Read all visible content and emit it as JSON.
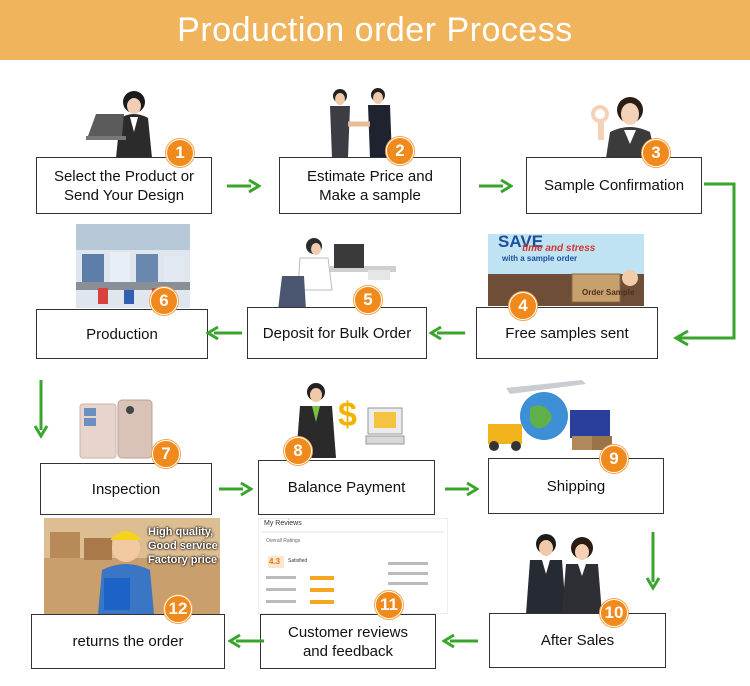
{
  "header": {
    "title": "Production order Process"
  },
  "steps": [
    {
      "num": "1",
      "label": "Select the Product or\nSend Your Design"
    },
    {
      "num": "2",
      "label": "Estimate Price and\nMake a sample"
    },
    {
      "num": "3",
      "label": "Sample Confirmation"
    },
    {
      "num": "4",
      "label": "Free samples sent"
    },
    {
      "num": "5",
      "label": "Deposit for Bulk Order"
    },
    {
      "num": "6",
      "label": "Production"
    },
    {
      "num": "7",
      "label": "Inspection"
    },
    {
      "num": "8",
      "label": "Balance Payment"
    },
    {
      "num": "9",
      "label": "Shipping"
    },
    {
      "num": "10",
      "label": "After Sales"
    },
    {
      "num": "11",
      "label": "Customer reviews\nand feedback"
    },
    {
      "num": "12",
      "label": "returns the order"
    }
  ],
  "images": {
    "sample_banner": {
      "save": "SAVE",
      "line1": "time and stress",
      "line2": "with a sample order",
      "box": "Order Sample"
    },
    "quality_banner": {
      "line1": "High quality,",
      "line2": "Good service",
      "line3": "Factory price"
    },
    "reviews_panel": {
      "title": "My Reviews",
      "sub": "Overall Ratings",
      "score": "4.3",
      "satisfied": "Satisfied"
    }
  },
  "colors": {
    "header": "#f0b45c",
    "badge": "#f08a1c",
    "arrow": "#3aa52c"
  }
}
